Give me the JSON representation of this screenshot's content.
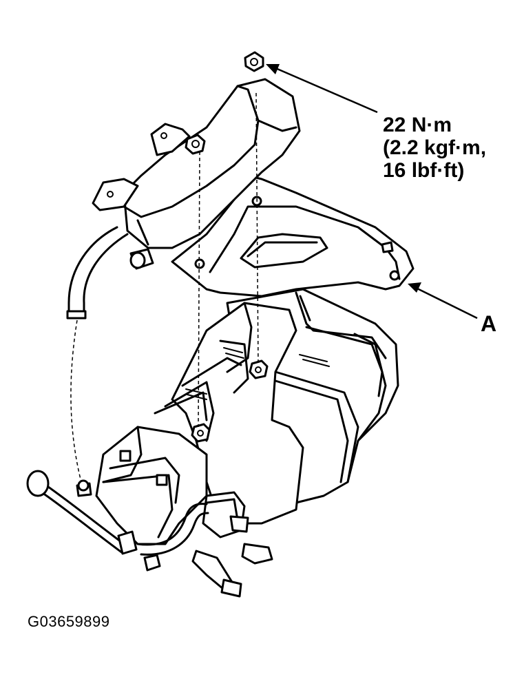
{
  "callouts": {
    "torque_line1": "22 N·m",
    "torque_line2": "(2.2 kgf·m,",
    "torque_line3": "16 lbf·ft)",
    "part_a": "A"
  },
  "figure_id": "G03659899",
  "colors": {
    "line": "#000000",
    "background": "#ffffff"
  }
}
